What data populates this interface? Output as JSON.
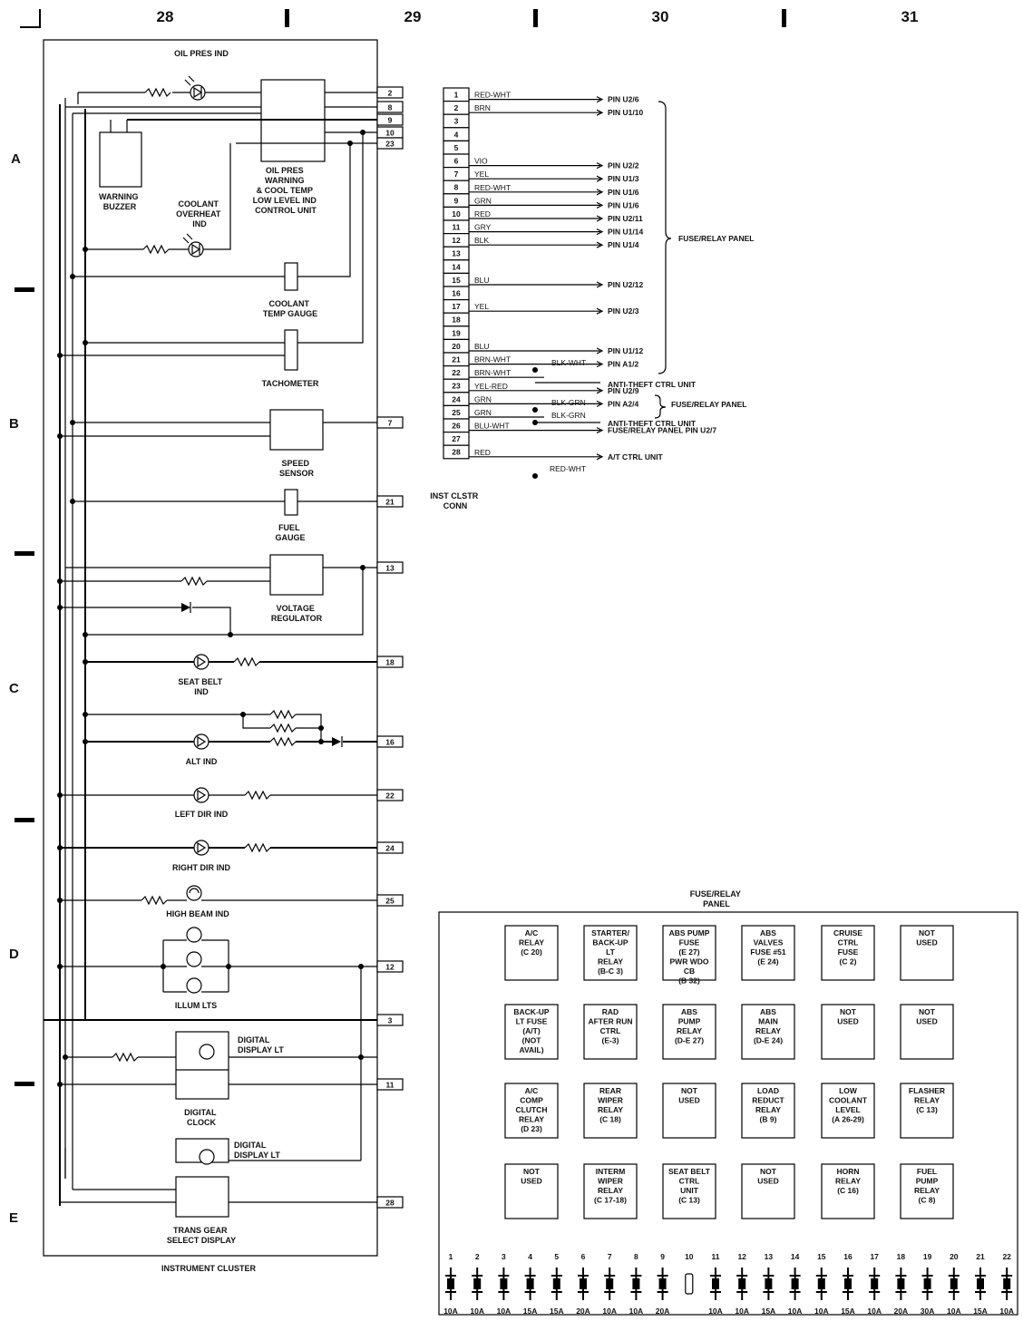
{
  "columns": [
    "28",
    "29",
    "30",
    "31"
  ],
  "rows": [
    "A",
    "B",
    "C",
    "D",
    "E"
  ],
  "cluster": {
    "title": "INSTRUMENT CLUSTER",
    "components": {
      "oil_pres_ind": "OIL PRES IND",
      "control_unit": [
        "OIL PRES",
        "WARNING",
        "& COOL TEMP",
        "LOW LEVEL IND",
        "CONTROL UNIT"
      ],
      "warning_buzzer": [
        "WARNING",
        "BUZZER"
      ],
      "coolant_overheat": [
        "COOLANT",
        "OVERHEAT",
        "IND"
      ],
      "coolant_temp_gauge": [
        "COOLANT",
        "TEMP GAUGE"
      ],
      "tachometer": "TACHOMETER",
      "speed_sensor": [
        "SPEED",
        "SENSOR"
      ],
      "fuel_gauge": [
        "FUEL",
        "GAUGE"
      ],
      "voltage_regulator": [
        "VOLTAGE",
        "REGULATOR"
      ],
      "seat_belt_ind": [
        "SEAT BELT",
        "IND"
      ],
      "alt_ind": "ALT IND",
      "left_dir_ind": "LEFT DIR IND",
      "right_dir_ind": "RIGHT DIR IND",
      "high_beam_ind": "HIGH BEAM IND",
      "illum_lts": "ILLUM LTS",
      "digital_display_lt_1": [
        "DIGITAL",
        "DISPLAY LT"
      ],
      "digital_clock": [
        "DIGITAL",
        "CLOCK"
      ],
      "digital_display_lt_2": [
        "DIGITAL",
        "DISPLAY LT"
      ],
      "trans_gear": [
        "TRANS GEAR",
        "SELECT DISPLAY"
      ]
    },
    "pins": [
      "2",
      "8",
      "9",
      "10",
      "23",
      "7",
      "21",
      "13",
      "18",
      "16",
      "22",
      "24",
      "25",
      "12",
      "3",
      "11",
      "28"
    ]
  },
  "connector": {
    "label": [
      "INST CLSTR",
      "CONN"
    ],
    "rows": [
      {
        "pin": "1",
        "wire": "RED-WHT",
        "dest": "PIN U2/6"
      },
      {
        "pin": "2",
        "wire": "BRN",
        "dest": "PIN U1/10"
      },
      {
        "pin": "3",
        "wire": "",
        "dest": ""
      },
      {
        "pin": "4",
        "wire": "",
        "dest": ""
      },
      {
        "pin": "5",
        "wire": "",
        "dest": ""
      },
      {
        "pin": "6",
        "wire": "VIO",
        "dest": "PIN U2/2"
      },
      {
        "pin": "7",
        "wire": "YEL",
        "dest": "PIN U1/3"
      },
      {
        "pin": "8",
        "wire": "RED-WHT",
        "dest": "PIN U1/6"
      },
      {
        "pin": "9",
        "wire": "GRN",
        "dest": "PIN U1/6"
      },
      {
        "pin": "10",
        "wire": "RED",
        "dest": "PIN U2/11"
      },
      {
        "pin": "11",
        "wire": "GRY",
        "dest": "PIN U1/14"
      },
      {
        "pin": "12",
        "wire": "BLK",
        "dest": "PIN U1/4"
      },
      {
        "pin": "13",
        "wire": "",
        "dest": ""
      },
      {
        "pin": "14",
        "wire": "",
        "dest": ""
      },
      {
        "pin": "15",
        "wire": "BLU",
        "dest": "PIN U2/12"
      },
      {
        "pin": "16",
        "wire": "",
        "dest": ""
      },
      {
        "pin": "17",
        "wire": "YEL",
        "dest": "PIN U2/3"
      },
      {
        "pin": "18",
        "wire": "",
        "dest": ""
      },
      {
        "pin": "19",
        "wire": "",
        "dest": ""
      },
      {
        "pin": "20",
        "wire": "BLU",
        "dest": "PIN U1/12"
      },
      {
        "pin": "21",
        "wire": "BRN-WHT",
        "dest": "PIN A1/2"
      },
      {
        "pin": "22",
        "wire": "BRN-WHT",
        "dest": ""
      },
      {
        "pin": "23",
        "wire": "YEL-RED",
        "dest": "PIN U2/9"
      },
      {
        "pin": "24",
        "wire": "GRN",
        "dest": "PIN A2/4"
      },
      {
        "pin": "25",
        "wire": "GRN",
        "dest": ""
      },
      {
        "pin": "26",
        "wire": "BLU-WHT",
        "dest": "FUSE/RELAY PANEL PIN U2/7"
      },
      {
        "pin": "27",
        "wire": "",
        "dest": ""
      },
      {
        "pin": "28",
        "wire": "RED",
        "dest": "A/T CTRL UNIT"
      }
    ],
    "splice_labels": {
      "blk_wht": "BLK-WHT",
      "blk_grn_1": "BLK-GRN",
      "blk_grn_2": "BLK-GRN",
      "red_wht": "RED-WHT"
    },
    "extra_dests": {
      "anti_theft_1": "ANTI-THEFT CTRL UNIT",
      "anti_theft_2": "ANTI-THEFT CTRL UNIT",
      "fuse_relay_panel_1": "FUSE/RELAY PANEL",
      "fuse_relay_panel_2": "FUSE/RELAY PANEL"
    }
  },
  "fuse_panel": {
    "title": [
      "FUSE/RELAY",
      "PANEL"
    ],
    "relays": [
      [
        "A/C\nRELAY\n(C 20)",
        "STARTER/\nBACK-UP\nLT\nRELAY\n(B-C 3)",
        "ABS PUMP\nFUSE\n(E 27)\nPWR WDO\nCB\n(B 32)",
        "ABS\nVALVES\nFUSE #51\n(E 24)",
        "CRUISE\nCTRL\nFUSE\n(C 2)",
        "NOT\nUSED"
      ],
      [
        "BACK-UP\nLT FUSE\n(A/T)\n(NOT\nAVAIL)",
        "RAD\nAFTER RUN\nCTRL\n(E-3)",
        "ABS\nPUMP\nRELAY\n(D-E 27)",
        "ABS\nMAIN\nRELAY\n(D-E 24)",
        "NOT\nUSED",
        "NOT\nUSED"
      ],
      [
        "A/C\nCOMP\nCLUTCH\nRELAY\n(D 23)",
        "REAR\nWIPER\nRELAY\n(C 18)",
        "NOT\nUSED",
        "LOAD\nREDUCT\nRELAY\n(B 9)",
        "LOW\nCOOLANT\nLEVEL\n(A 26-29)",
        "FLASHER\nRELAY\n(C 13)"
      ],
      [
        "NOT\nUSED",
        "INTERM\nWIPER\nRELAY\n(C 17-18)",
        "SEAT BELT\nCTRL\nUNIT\n(C 13)",
        "NOT\nUSED",
        "HORN\nRELAY\n(C 16)",
        "FUEL\nPUMP\nRELAY\n(C 8)"
      ]
    ],
    "fuse_numbers": [
      "1",
      "2",
      "3",
      "4",
      "5",
      "6",
      "7",
      "8",
      "9",
      "10",
      "11",
      "12",
      "13",
      "14",
      "15",
      "16",
      "17",
      "18",
      "19",
      "20",
      "21",
      "22"
    ],
    "fuse_ratings": [
      "10A",
      "10A",
      "10A",
      "15A",
      "15A",
      "20A",
      "10A",
      "10A",
      "20A",
      "",
      "10A",
      "10A",
      "15A",
      "10A",
      "10A",
      "15A",
      "10A",
      "20A",
      "30A",
      "10A",
      "15A",
      "10A"
    ]
  }
}
